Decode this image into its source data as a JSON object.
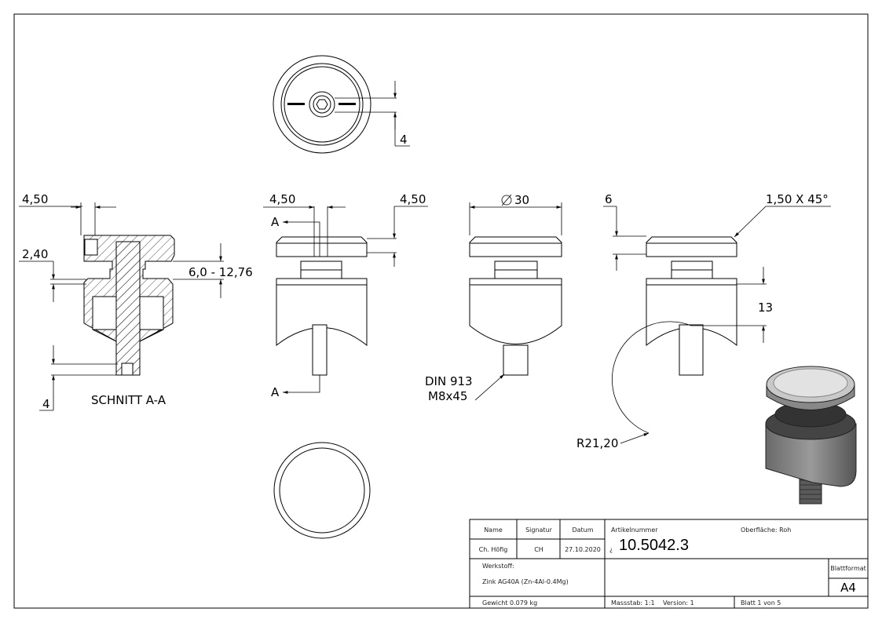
{
  "drawing": {
    "top_view": {
      "dim_offset": "4"
    },
    "section_view": {
      "label": "SCHNITT A-A",
      "dim_head_width": "4,50",
      "dim_gap": "2,40",
      "dim_clamp_range": "6,0 - 12,76",
      "dim_bottom": "4"
    },
    "front_view": {
      "section_marker_top": "A",
      "section_marker_bottom": "A",
      "dim_left": "4,50",
      "dim_right": "4,50"
    },
    "side_view": {
      "dim_diameter": "30",
      "screw_label_1": "DIN 913",
      "screw_label_2": "M8x45"
    },
    "right_view": {
      "dim_head": "6",
      "dim_chamfer": "1,50 X 45°",
      "dim_height": "13",
      "dim_radius": "R21,20"
    }
  },
  "title_block": {
    "name_header": "Name",
    "signature_header": "Signatur",
    "date_header": "Datum",
    "name": "Ch. Höfig",
    "signature": "CH",
    "date": "27.10.2020",
    "article_label": "Artikelnummer",
    "article_prefix": "¿",
    "article_number": "10.5042.3",
    "surface": "Oberfläche:  Roh",
    "material_label": "Werkstoff:",
    "material": "Zink AG40A (Zn-4Al-0.4Mg)",
    "sheet_format_label": "Blattformat",
    "sheet_format": "A4",
    "weight": "Gewicht 0.079 kg",
    "scale": "Massstab: 1:1",
    "version": "Version: 1",
    "sheet": "Blatt 1 von 5"
  }
}
